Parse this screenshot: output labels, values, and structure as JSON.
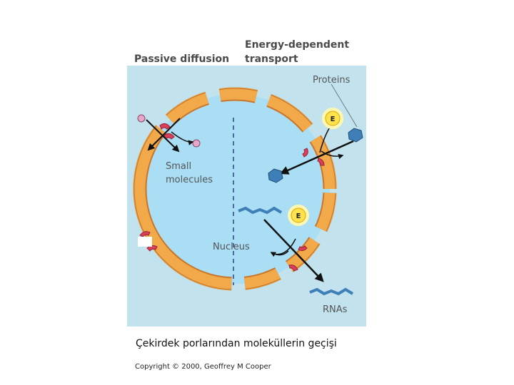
{
  "diagram": {
    "heading_left": "Passive diffusion",
    "heading_right_line1": "Energy-dependent",
    "heading_right_line2": "transport",
    "label_proteins": "Proteins",
    "label_small_line1": "Small",
    "label_small_line2": "molecules",
    "label_nucleus": "Nucleus",
    "label_rnas": "RNAs",
    "energy_symbol": "E",
    "colors": {
      "panel_background": "#c2e3ee",
      "nucleus_fill": "#a9def5",
      "envelope_orange": "#f2a94a",
      "envelope_edge": "#c9762a",
      "pore_red": "#d9415a",
      "protein_blue": "#3f7fb8",
      "energy_yellow": "#ffe24d"
    }
  },
  "caption": "Çekirdek porlarından moleküllerin geçişi",
  "copyright": "Copyright © 2000, Geoffrey M Cooper"
}
